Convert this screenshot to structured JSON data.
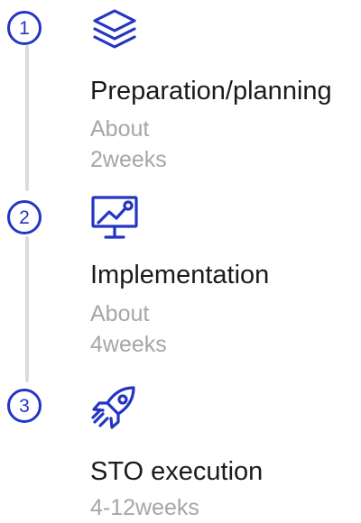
{
  "accent_color": "#2435c4",
  "steps": [
    {
      "number": "1",
      "icon": "layers-icon",
      "title": "Preparation/planning",
      "subtitle_line1": "About",
      "subtitle_line2": "2weeks"
    },
    {
      "number": "2",
      "icon": "presentation-chart-icon",
      "title": "Implementation",
      "subtitle_line1": "About",
      "subtitle_line2": "4weeks"
    },
    {
      "number": "3",
      "icon": "rocket-icon",
      "title": "STO execution",
      "subtitle_line1": "4-12weeks"
    }
  ]
}
